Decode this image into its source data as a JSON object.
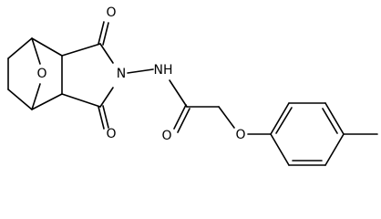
{
  "molecule": {
    "atom_labels": {
      "bridge_oxygen": "O",
      "imide_carbonyl_oxygen_top": "O",
      "imide_carbonyl_oxygen_bottom": "O",
      "imide_nitrogen": "N",
      "amide_nh": "NH",
      "amide_carbonyl_oxygen": "O",
      "ether_oxygen": "O"
    },
    "colors": {
      "bond": "#000000",
      "label": "#000000",
      "background": "#ffffff"
    }
  }
}
